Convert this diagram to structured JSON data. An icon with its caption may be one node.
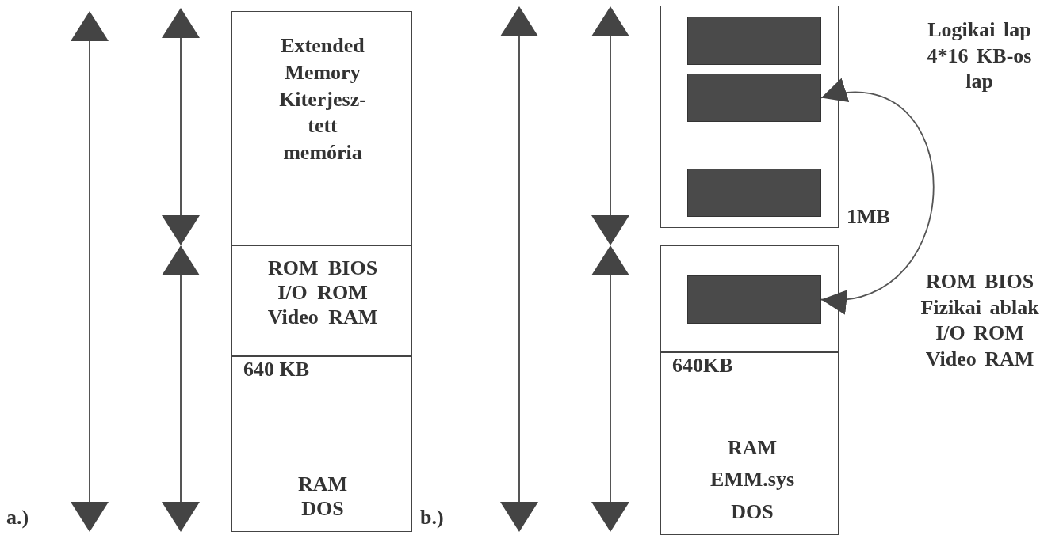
{
  "diagram": {
    "nodes": [
      {
        "text": [
          "Extended Memory Kiterjesz- tett memória"
        ]
      },
      {
        "text": [
          "ROM BIOS I/O ROM Video RAM"
        ]
      },
      {
        "text": [
          "640 KB",
          "RAM DOS"
        ]
      },
      {
        "text": [],
        "shape": "box"
      },
      {
        "text": [],
        "shape": "bar",
        "in": 3
      },
      {
        "text": [],
        "shape": "bar",
        "in": 3
      },
      {
        "text": [],
        "shape": "bar",
        "in": 3
      },
      {
        "text": [],
        "shape": "box"
      },
      {
        "text": [],
        "shape": "bar",
        "in": 7
      },
      {
        "text": [
          "640KB",
          "RAM EMM.sys DOS"
        ]
      }
    ],
    "edges": [
      {
        "from": 5,
        "to": 8,
        "arrow": "both"
      }
    ],
    "labels": [
      "Logikai lap 4*16 KB-os lap",
      "1MB",
      "ROM BIOS Fizikai ablak I/O ROM Video RAM",
      "a.)",
      "b.)"
    ]
  }
}
